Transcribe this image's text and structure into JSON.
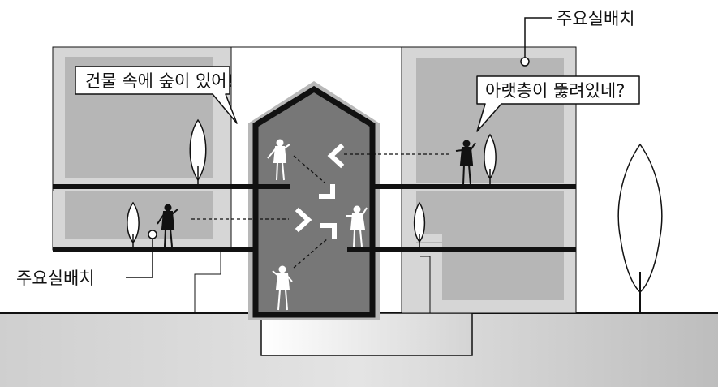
{
  "labels": {
    "top_right_placement": "주요실배치",
    "bottom_left_placement": "주요실배치"
  },
  "bubbles": {
    "left": "건물 속에 숲이 있어!",
    "right": "아랫층이 뚫려있네?"
  },
  "colors": {
    "light_gray": "#d6d6d6",
    "mid_gray": "#b4b4b4",
    "atrium_gray": "#777777",
    "outline": "#111111"
  }
}
